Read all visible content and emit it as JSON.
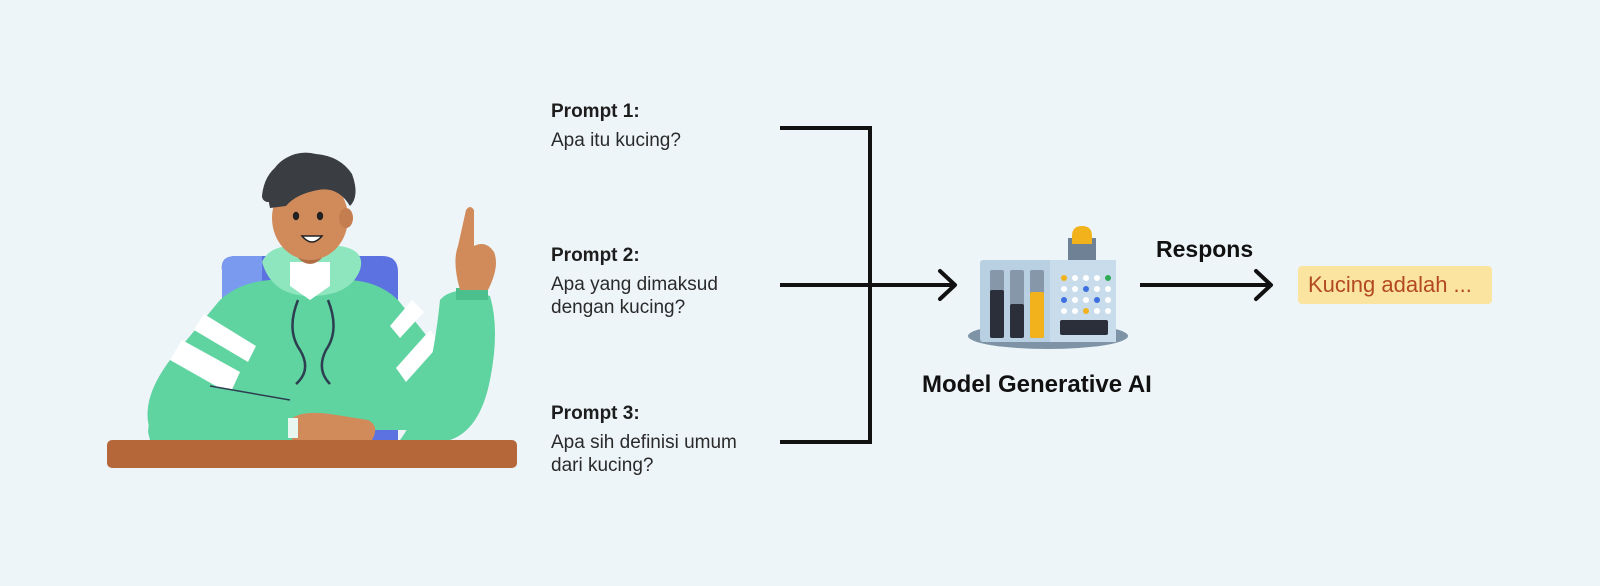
{
  "prompts": [
    {
      "title": "Prompt 1:",
      "text": "Apa itu kucing?"
    },
    {
      "title": "Prompt 2:",
      "text": "Apa yang dimaksud\ndengan kucing?"
    },
    {
      "title": "Prompt 3:",
      "text": "Apa sih definisi umum\ndari kucing?"
    }
  ],
  "model": {
    "label": "Model Generative AI"
  },
  "response": {
    "label": "Respons",
    "text": "Kucing adalah ..."
  },
  "icons": {
    "person": "person-pointing-icon",
    "model": "ai-model-machine-icon"
  },
  "colors": {
    "background": "#eef5f9",
    "hoodie": "#5fd3a0",
    "chair": "#5b72e0",
    "table": "#b5673a",
    "response_box": "#fbe3a0",
    "response_text": "#b34a1e",
    "connector": "#111111"
  }
}
